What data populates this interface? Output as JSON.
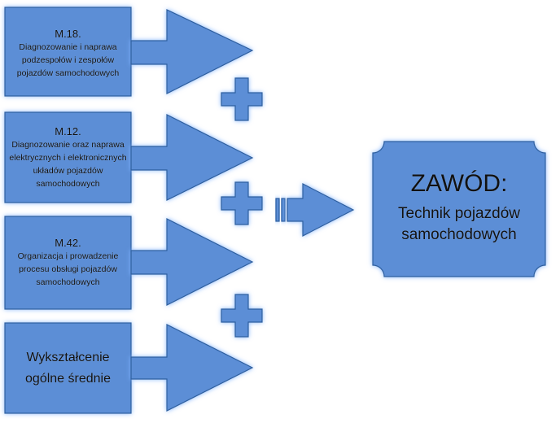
{
  "modules": [
    {
      "code": "M.18.",
      "lines": [
        "Diagnozowanie i naprawa",
        "podzespołów i zespołów",
        "pojazdów samochodowych"
      ]
    },
    {
      "code": "M.12.",
      "lines": [
        "Diagnozowanie oraz naprawa",
        "elektrycznych i elektronicznych",
        "układów pojazdów",
        "samochodowych"
      ]
    },
    {
      "code": "M.42.",
      "lines": [
        "Organizacja i prowadzenie",
        "procesu obsługi pojazdów",
        "samochodowych"
      ]
    }
  ],
  "education": {
    "lines": [
      "Wykształcenie",
      "ogólne średnie"
    ]
  },
  "result": {
    "title": "ZAWÓD:",
    "lines": [
      "Technik pojazdów",
      "samochodowych"
    ]
  },
  "colors": {
    "fill": "#5b8ed6",
    "stroke": "#2f5f9e",
    "glow": "#7fb2ff"
  },
  "icons": [
    "plus-icon",
    "plus-icon",
    "plus-icon",
    "double-arrow-icon"
  ]
}
